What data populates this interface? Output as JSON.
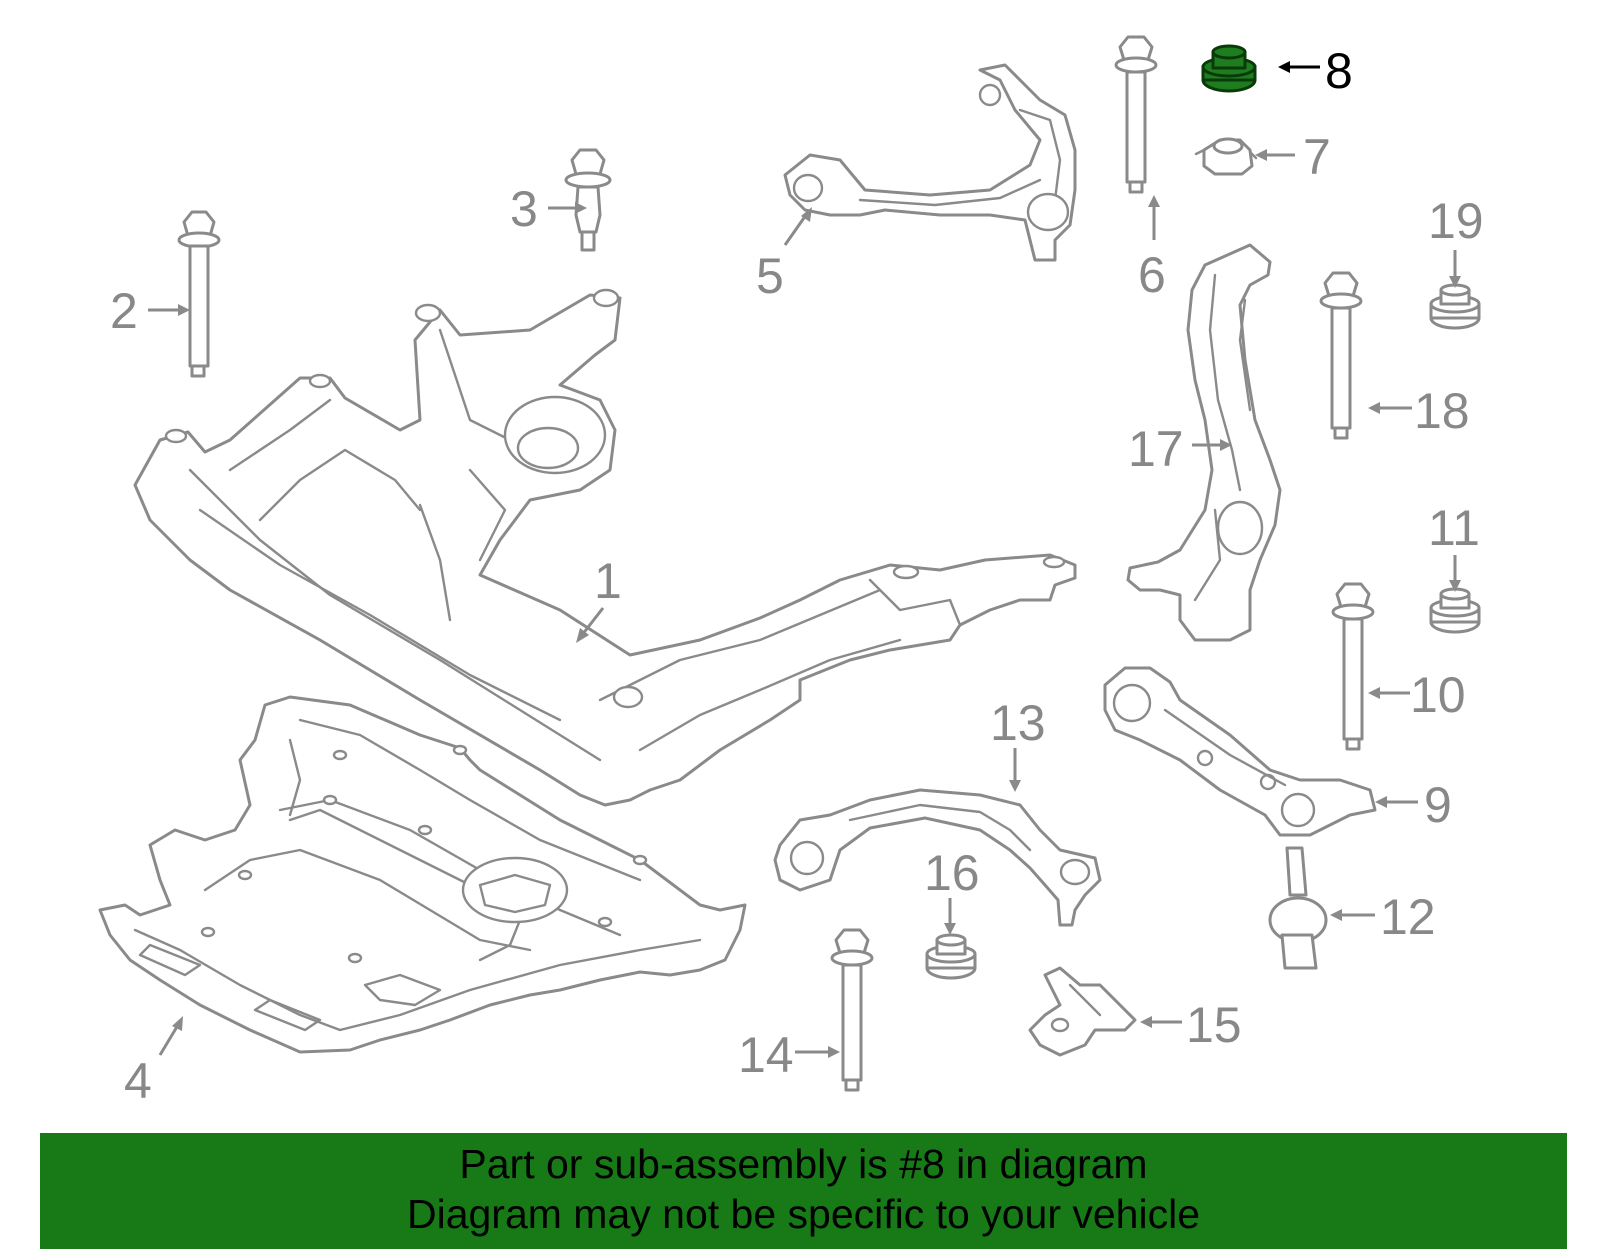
{
  "diagram": {
    "highlight_color": "#1e7d1e",
    "callouts": [
      {
        "id": "1",
        "label": "1"
      },
      {
        "id": "2",
        "label": "2"
      },
      {
        "id": "3",
        "label": "3"
      },
      {
        "id": "4",
        "label": "4"
      },
      {
        "id": "5",
        "label": "5"
      },
      {
        "id": "6",
        "label": "6"
      },
      {
        "id": "7",
        "label": "7"
      },
      {
        "id": "8",
        "label": "8"
      },
      {
        "id": "9",
        "label": "9"
      },
      {
        "id": "10",
        "label": "10"
      },
      {
        "id": "11",
        "label": "11"
      },
      {
        "id": "12",
        "label": "12"
      },
      {
        "id": "13",
        "label": "13"
      },
      {
        "id": "14",
        "label": "14"
      },
      {
        "id": "15",
        "label": "15"
      },
      {
        "id": "16",
        "label": "16"
      },
      {
        "id": "17",
        "label": "17"
      },
      {
        "id": "18",
        "label": "18"
      },
      {
        "id": "19",
        "label": "19"
      }
    ],
    "highlighted_callout": "8"
  },
  "banner": {
    "line1": "Part or sub-assembly is #8 in diagram",
    "line2": "Diagram may not be specific to your vehicle",
    "background": "#177a17"
  }
}
